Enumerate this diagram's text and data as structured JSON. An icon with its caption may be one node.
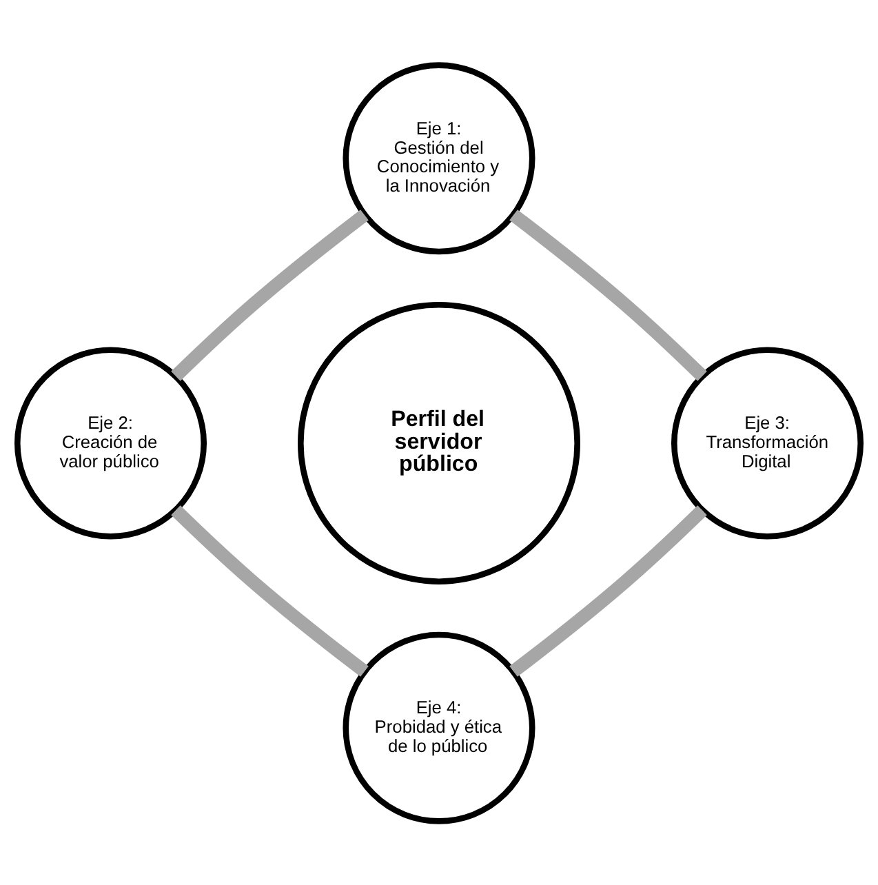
{
  "diagram": {
    "nodes": [
      {
        "text": [
          "Eje 1:",
          "Gestión del Conocimiento y la Innovación"
        ]
      },
      {
        "text": [
          "Eje 2:",
          "Creación de valor público"
        ]
      },
      {
        "text": [
          "Perfil del servidor público"
        ]
      },
      {
        "text": [
          "Eje 3:",
          "Transformación Digital"
        ]
      },
      {
        "text": [
          "Eje 4:",
          "Probidad y ética de lo público"
        ]
      }
    ],
    "edges": [
      {
        "from": 0,
        "to": 3,
        "arrow": "none"
      },
      {
        "from": 3,
        "to": 4,
        "arrow": "none"
      },
      {
        "from": 4,
        "to": 1,
        "arrow": "none"
      },
      {
        "from": 1,
        "to": 0,
        "arrow": "none"
      }
    ]
  }
}
